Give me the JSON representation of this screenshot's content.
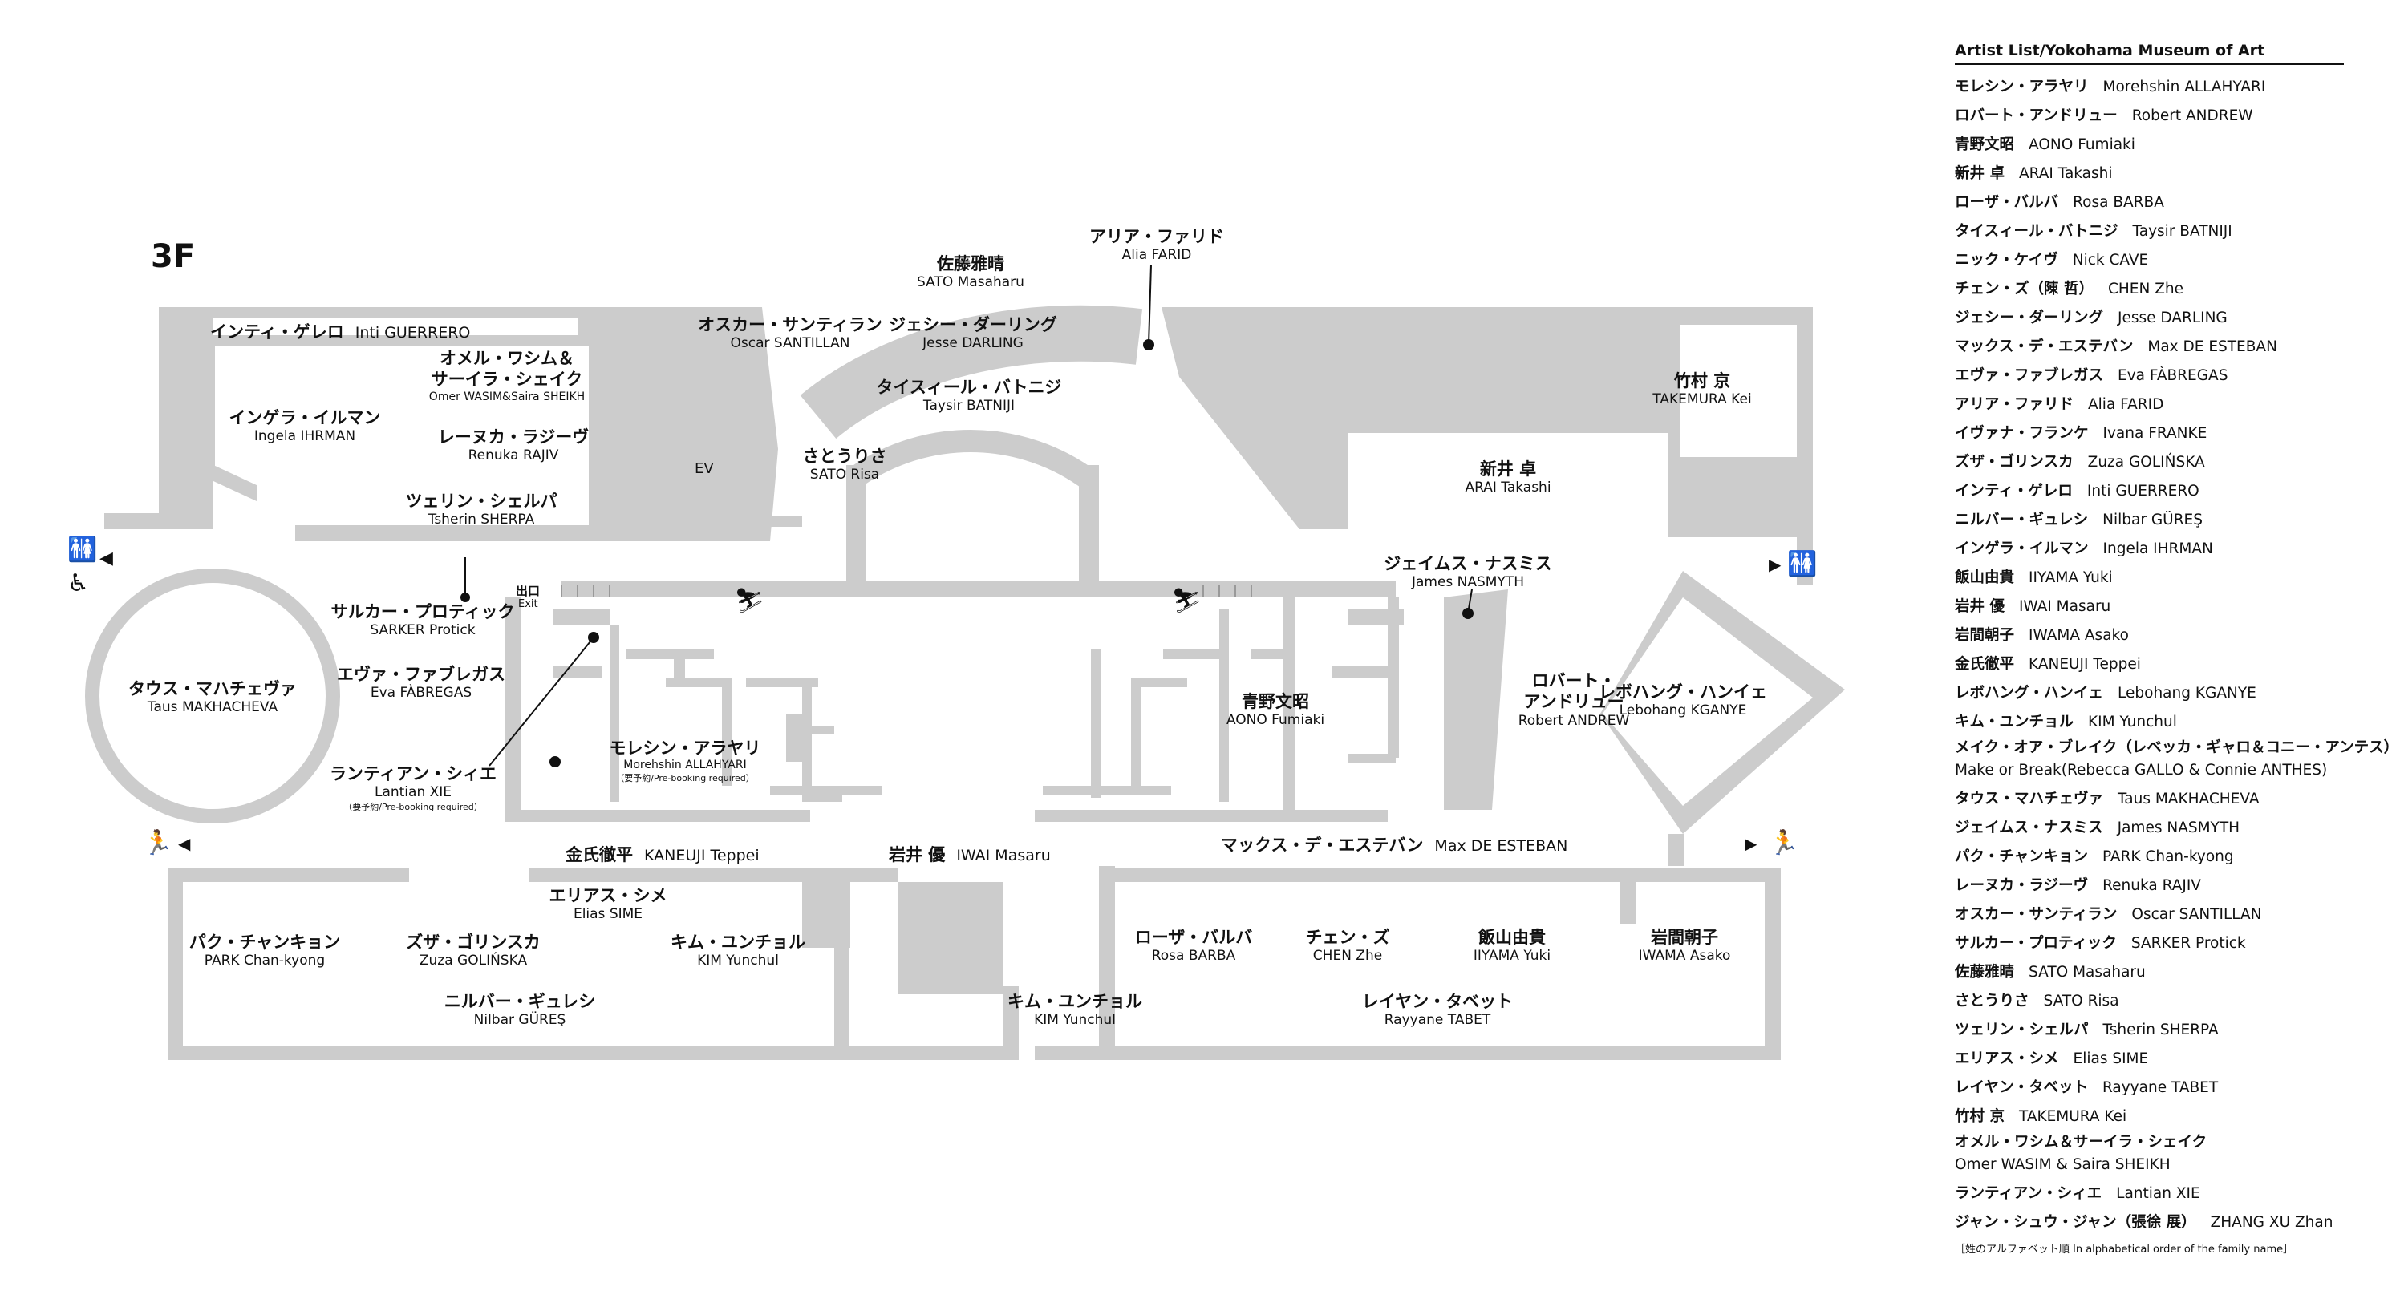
{
  "floor": "3F",
  "map_labels": {
    "guerrero": {
      "ja": "インティ・ゲレロ",
      "en": "Inti GUERRERO"
    },
    "wasim_sheikh": {
      "ja1": "オメル・ワシム＆",
      "ja2": "サーイラ・シェイク",
      "en": "Omer WASIM&Saira SHEIKH"
    },
    "ihrman": {
      "ja": "インゲラ・イルマン",
      "en": "Ingela IHRMAN"
    },
    "rajiv": {
      "ja": "レーヌカ・ラジーヴ",
      "en": "Renuka RAJIV"
    },
    "sherpa": {
      "ja": "ツェリン・シェルパ",
      "en": "Tsherin SHERPA"
    },
    "santillan": {
      "ja": "オスカー・サンティラン",
      "en": "Oscar SANTILLAN"
    },
    "sato_masaharu": {
      "ja": "佐藤雅晴",
      "en": "SATO Masaharu"
    },
    "darling": {
      "ja": "ジェシー・ダーリング",
      "en": "Jesse DARLING"
    },
    "batniji": {
      "ja": "タイスィール・バトニジ",
      "en": "Taysir BATNIJI"
    },
    "sato_risa": {
      "ja": "さとうりさ",
      "en": "SATO Risa"
    },
    "farid": {
      "ja": "アリア・ファリド",
      "en": "Alia FARID"
    },
    "takemura": {
      "ja": "竹村 京",
      "en": "TAKEMURA Kei"
    },
    "arai": {
      "ja": "新井 卓",
      "en": "ARAI Takashi"
    },
    "nasmyth": {
      "ja": "ジェイムス・ナスミス",
      "en": "James NASMYTH"
    },
    "andrew": {
      "ja1": "ロバート・",
      "ja2": "アンドリュー",
      "en": "Robert ANDREW"
    },
    "kganye": {
      "ja": "レボハング・ハンイェ",
      "en": "Lebohang KGANYE"
    },
    "makhacheva": {
      "ja": "タウス・マハチェヴァ",
      "en": "Taus MAKHACHEVA"
    },
    "protick": {
      "ja": "サルカー・プロティック",
      "en": "SARKER Protick"
    },
    "fabregas": {
      "ja": "エヴァ・ファブレガス",
      "en": "Eva FÀBREGAS"
    },
    "xie": {
      "ja": "ランティアン・シィエ",
      "en": "Lantian XIE",
      "note": "（要予約/Pre-booking required）"
    },
    "allahyari": {
      "ja": "モレシン・アラヤリ",
      "en": "Morehshin ALLAHYARI",
      "note": "（要予約/Pre-booking required）"
    },
    "aono": {
      "ja": "青野文昭",
      "en": "AONO Fumiaki"
    },
    "kaneuji": {
      "ja": "金氏徹平",
      "en": "KANEUJI Teppei"
    },
    "iwai": {
      "ja": "岩井 優",
      "en": "IWAI Masaru"
    },
    "de_esteban": {
      "ja": "マックス・デ・エステバン",
      "en": "Max DE ESTEBAN"
    },
    "park": {
      "ja": "パク・チャンキョン",
      "en": "PARK Chan-kyong"
    },
    "sime": {
      "ja": "エリアス・シメ",
      "en": "Elias SIME"
    },
    "golinska": {
      "ja": "ズザ・ゴリンスカ",
      "en": "Zuza GOLIŃSKA"
    },
    "kim1": {
      "ja": "キム・ユンチョル",
      "en": "KIM Yunchul"
    },
    "gures": {
      "ja": "ニルバー・ギュレシ",
      "en": "Nilbar GÜREŞ"
    },
    "kim2": {
      "ja": "キム・ユンチョル",
      "en": "KIM Yunchul"
    },
    "barba": {
      "ja": "ローザ・バルバ",
      "en": "Rosa BARBA"
    },
    "chen": {
      "ja": "チェン・ズ",
      "en": "CHEN Zhe"
    },
    "iiyama": {
      "ja": "飯山由貴",
      "en": "IIYAMA Yuki"
    },
    "iwama": {
      "ja": "岩間朝子",
      "en": "IWAMA Asako"
    },
    "tabet": {
      "ja": "レイヤン・タベット",
      "en": "Rayyane TABET"
    },
    "ev": "EV",
    "exit_ja": "出口",
    "exit_en": "Exit"
  },
  "artist_list": {
    "title": "Artist List/Yokohama Museum of Art",
    "items": [
      {
        "ja": "モレシン・アラヤリ",
        "en": "Morehshin ALLAHYARI"
      },
      {
        "ja": "ロバート・アンドリュー",
        "en": "Robert ANDREW"
      },
      {
        "ja": "青野文昭",
        "en": "AONO Fumiaki"
      },
      {
        "ja": "新井 卓",
        "en": "ARAI Takashi"
      },
      {
        "ja": "ローザ・バルバ",
        "en": "Rosa BARBA"
      },
      {
        "ja": "タイスィール・バトニジ",
        "en": "Taysir BATNIJI"
      },
      {
        "ja": "ニック・ケイヴ",
        "en": "Nick CAVE"
      },
      {
        "ja": "チェン・ズ（陳 哲）",
        "en": "CHEN Zhe"
      },
      {
        "ja": "ジェシー・ダーリング",
        "en": "Jesse DARLING"
      },
      {
        "ja": "マックス・デ・エステバン",
        "en": "Max DE ESTEBAN"
      },
      {
        "ja": "エヴァ・ファブレガス",
        "en": "Eva FÀBREGAS"
      },
      {
        "ja": "アリア・ファリド",
        "en": "Alia FARID"
      },
      {
        "ja": "イヴァナ・フランケ",
        "en": "Ivana FRANKE"
      },
      {
        "ja": "ズザ・ゴリンスカ",
        "en": "Zuza GOLIŃSKA"
      },
      {
        "ja": "インティ・ゲレロ",
        "en": "Inti GUERRERO"
      },
      {
        "ja": "ニルバー・ギュレシ",
        "en": "Nilbar GÜREŞ"
      },
      {
        "ja": "インゲラ・イルマン",
        "en": "Ingela IHRMAN"
      },
      {
        "ja": "飯山由貴",
        "en": "IIYAMA Yuki"
      },
      {
        "ja": "岩井 優",
        "en": "IWAI Masaru"
      },
      {
        "ja": "岩間朝子",
        "en": "IWAMA Asako"
      },
      {
        "ja": "金氏徹平",
        "en": "KANEUJI Teppei"
      },
      {
        "ja": "レボハング・ハンイェ",
        "en": "Lebohang KGANYE"
      },
      {
        "ja": "キム・ユンチョル",
        "en": "KIM Yunchul"
      },
      {
        "ja": "メイク・オア・ブレイク（レベッカ・ギャロ＆コニー・アンテス）",
        "en": "Make or Break(Rebecca GALLO & Connie ANTHES)",
        "two": true
      },
      {
        "ja": "タウス・マハチェヴァ",
        "en": "Taus MAKHACHEVA"
      },
      {
        "ja": "ジェイムス・ナスミス",
        "en": "James NASMYTH"
      },
      {
        "ja": "パク・チャンキョン",
        "en": "PARK Chan-kyong"
      },
      {
        "ja": "レーヌカ・ラジーヴ",
        "en": "Renuka RAJIV"
      },
      {
        "ja": "オスカー・サンティラン",
        "en": "Oscar SANTILLAN"
      },
      {
        "ja": "サルカー・プロティック",
        "en": "SARKER Protick"
      },
      {
        "ja": "佐藤雅晴",
        "en": "SATO Masaharu"
      },
      {
        "ja": "さとうりさ",
        "en": "SATO Risa"
      },
      {
        "ja": "ツェリン・シェルパ",
        "en": "Tsherin SHERPA"
      },
      {
        "ja": "エリアス・シメ",
        "en": "Elias SIME"
      },
      {
        "ja": "レイヤン・タベット",
        "en": "Rayyane TABET"
      },
      {
        "ja": "竹村 京",
        "en": "TAKEMURA Kei"
      },
      {
        "ja": "オメル・ワシム＆サーイラ・シェイク",
        "en": "Omer WASIM & Saira SHEIKH",
        "two": true
      },
      {
        "ja": "ランティアン・シィエ",
        "en": "Lantian XIE"
      },
      {
        "ja": "ジャン・シュウ・ジャン（張徐 展）",
        "en": "ZHANG XU Zhan"
      }
    ],
    "note": "［姓のアルファベット順  In alphabetical order of the family name］"
  },
  "colors": {
    "wall": "#cccccc",
    "text": "#111111",
    "background": "#ffffff"
  },
  "icons": [
    "restroom-icon",
    "accessible-icon",
    "emergency-exit-icon",
    "escalator-icon",
    "arrow-left-icon",
    "arrow-right-icon"
  ]
}
